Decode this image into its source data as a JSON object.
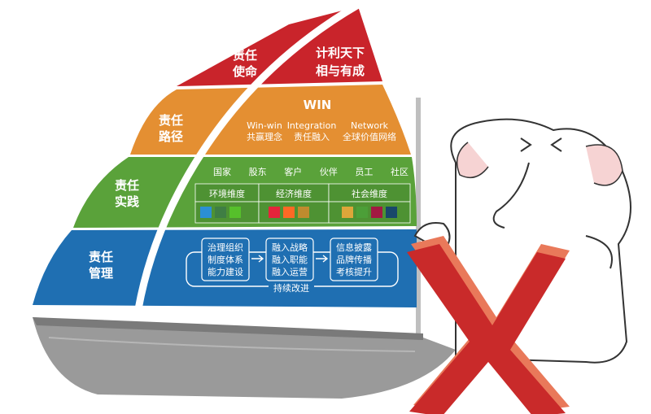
{
  "colors": {
    "red": "#c9242b",
    "orange": "#e48f32",
    "green": "#5aa23a",
    "blue": "#1f6fb2",
    "hull": "#8f8f8f",
    "mast": "#bcbcbc",
    "x_dark": "#c92a2a",
    "x_light": "#e9795a"
  },
  "layers": {
    "mission": {
      "left": "责任\n使命",
      "right_line1": "计利天下",
      "right_line2": "相与有成"
    },
    "path": {
      "left": "责任\n路径",
      "win": "WIN",
      "items": [
        {
          "en": "Win-win",
          "cn": "共赢理念"
        },
        {
          "en": "Integration",
          "cn": "责任融入"
        },
        {
          "en": "Network",
          "cn": "全球价值网络"
        }
      ]
    },
    "practice": {
      "left": "责任\n实践",
      "stakeholders": [
        "国家",
        "股东",
        "客户",
        "伙伴",
        "员工",
        "社区"
      ],
      "dimensions": [
        "环境维度",
        "经济维度",
        "社会维度"
      ]
    },
    "management": {
      "left": "责任\n管理",
      "boxes": [
        [
          "治理组织",
          "制度体系",
          "能力建设"
        ],
        [
          "融入战略",
          "融入职能",
          "融入运营"
        ],
        [
          "信息披露",
          "品牌传播",
          "考核提升"
        ]
      ],
      "loop_label": "持续改进"
    }
  },
  "icons": [
    "sdg-icon",
    "sdg-icon",
    "sdg-icon",
    "sdg-icon",
    "sdg-icon",
    "sdg-icon",
    "sdg-icon",
    "sdg-icon",
    "sdg-icon"
  ]
}
